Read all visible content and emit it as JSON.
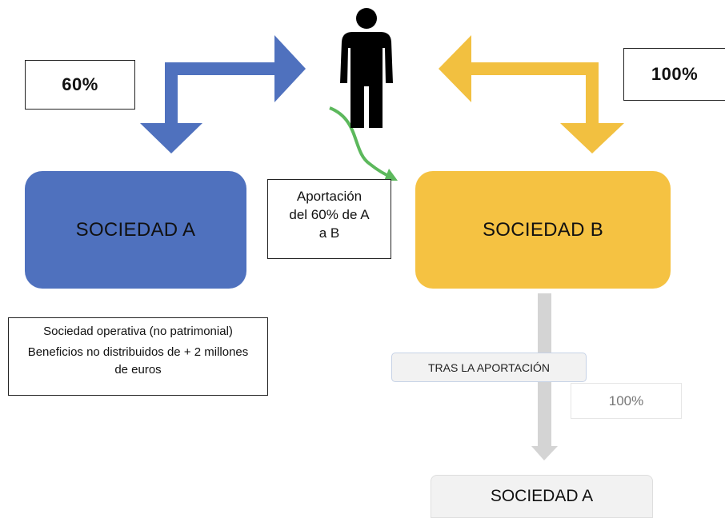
{
  "person": {
    "icon": "person-icon",
    "color": "#000000"
  },
  "ownership_left": {
    "label": "60%",
    "arrow_color": "#4f71be"
  },
  "ownership_right": {
    "label": "100%",
    "arrow_color": "#f2c040"
  },
  "sociedad_a": {
    "label": "SOCIEDAD A",
    "color": "#4f71be"
  },
  "sociedad_b": {
    "label": "SOCIEDAD B",
    "color": "#f5c242"
  },
  "aportacion": {
    "lines": [
      "Aportación",
      "del 60% de A",
      "a B"
    ],
    "arrow_color": "#5cb85c"
  },
  "left_note": {
    "line1": "Sociedad operativa (no patrimonial)",
    "line2": "Beneficios no distribuidos de + 2 millones de euros"
  },
  "after": {
    "label": "TRAS LA APORTACIÓN",
    "percentage": "100%",
    "target": "SOCIEDAD A",
    "arrow_color": "#d4d4d4"
  }
}
